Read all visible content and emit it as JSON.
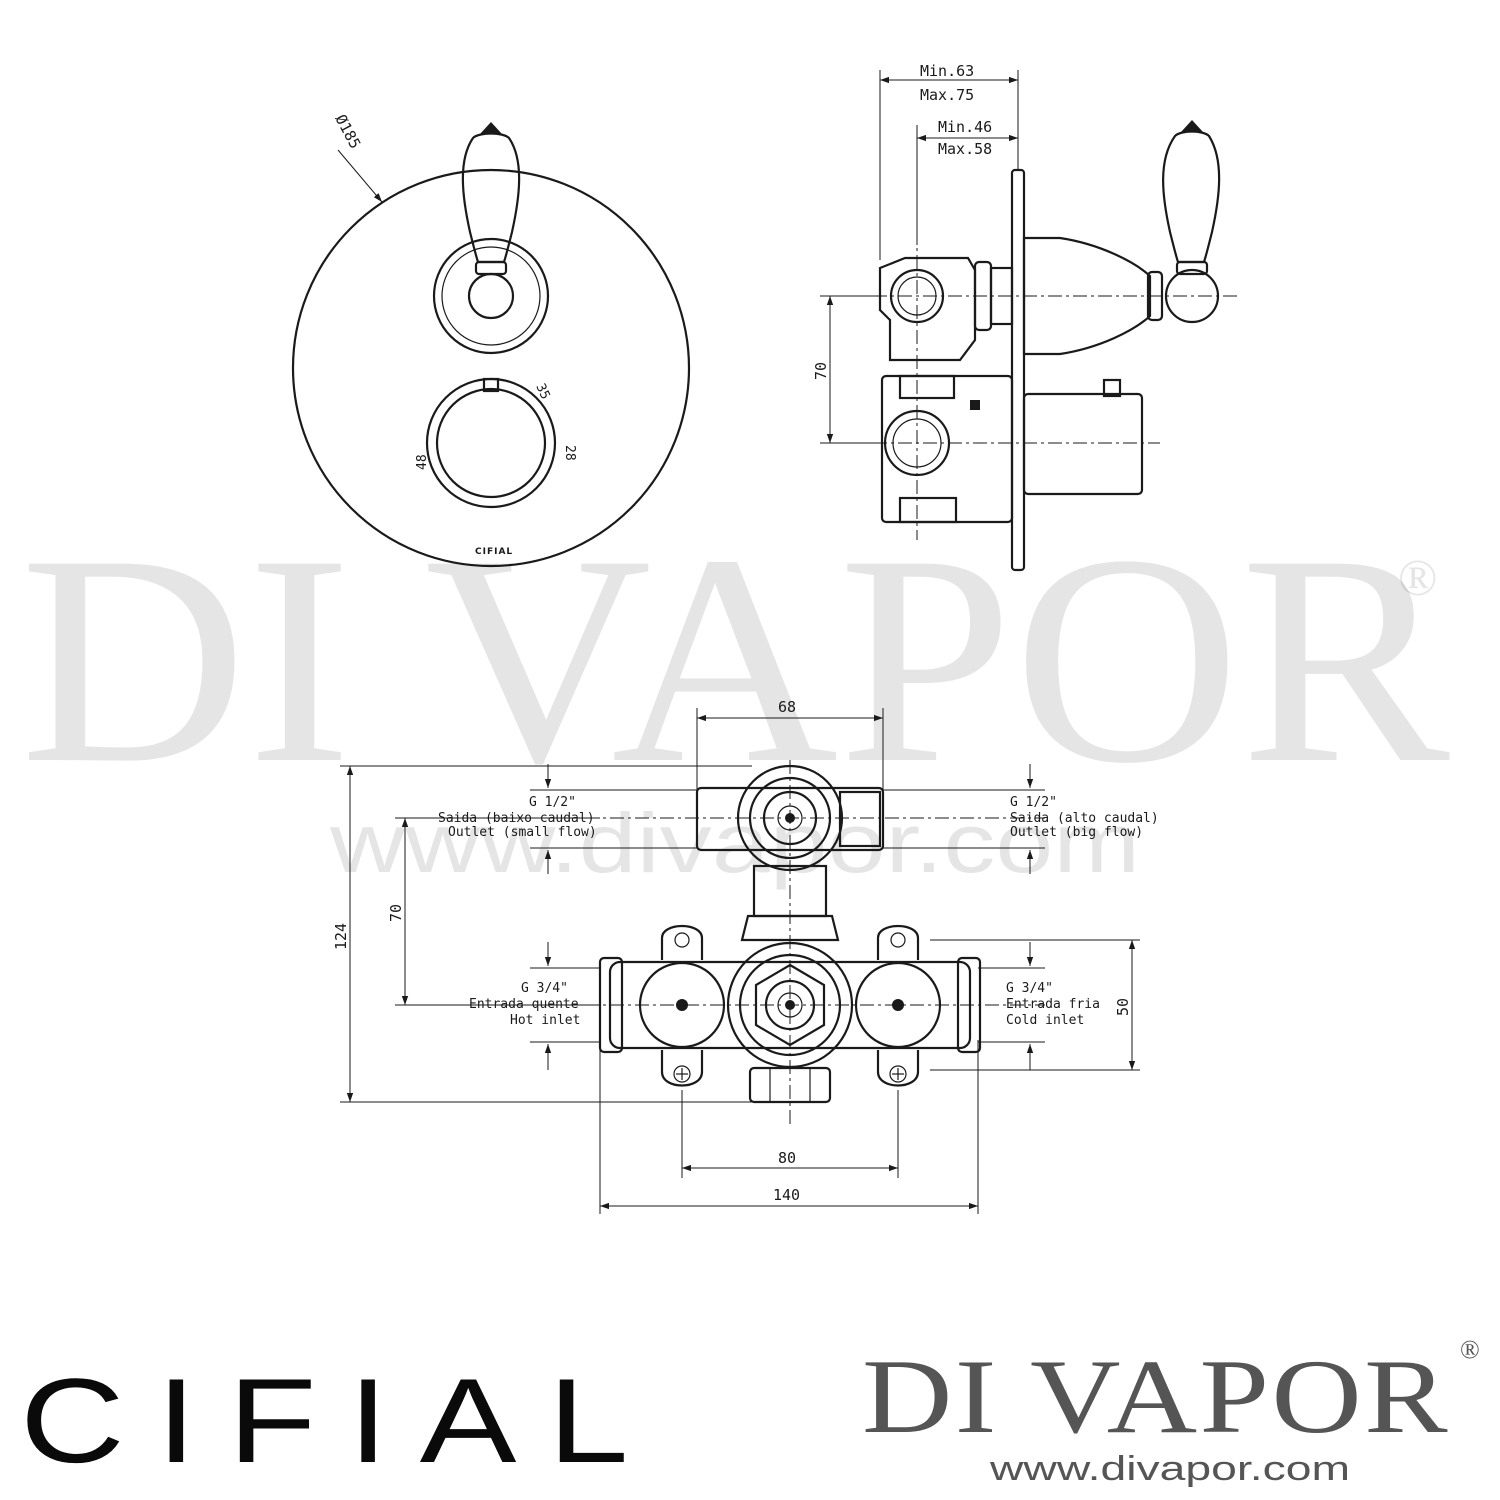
{
  "watermark": {
    "brand": "DI VAPOR",
    "registered": "®",
    "url": "www.divapor.com"
  },
  "front_view": {
    "diameter_label": "Ø185",
    "scale_marks": [
      "35",
      "28",
      "48"
    ],
    "plate_brand": "CIFIAL"
  },
  "side_view": {
    "depth_outer_min": "Min.63",
    "depth_outer_max": "Max.75",
    "depth_inner_min": "Min.46",
    "depth_inner_max": "Max.58",
    "vertical_spacing": "70"
  },
  "body_view": {
    "width_top": "68",
    "height_total": "124",
    "spacing_outlets_inlets": "70",
    "inlet_height": "50",
    "fixing_spacing": "80",
    "total_width": "140",
    "outlet_small": {
      "thread": "G 1/2\"",
      "label_pt": "Saida (baixo caudal)",
      "label_en": "Outlet (small flow)"
    },
    "outlet_big": {
      "thread": "G 1/2\"",
      "label_pt": "Saida (alto caudal)",
      "label_en": "Outlet (big flow)"
    },
    "inlet_hot": {
      "thread": "G 3/4\"",
      "label_pt": "Entrada quente",
      "label_en": "Hot inlet"
    },
    "inlet_cold": {
      "thread": "G 3/4\"",
      "label_pt": "Entrada fria",
      "label_en": "Cold inlet"
    }
  },
  "footer": {
    "manufacturer_logo": "CIFIAL",
    "retailer_logo": "DI VAPOR",
    "retailer_registered": "®",
    "retailer_url": "www.divapor.com"
  }
}
